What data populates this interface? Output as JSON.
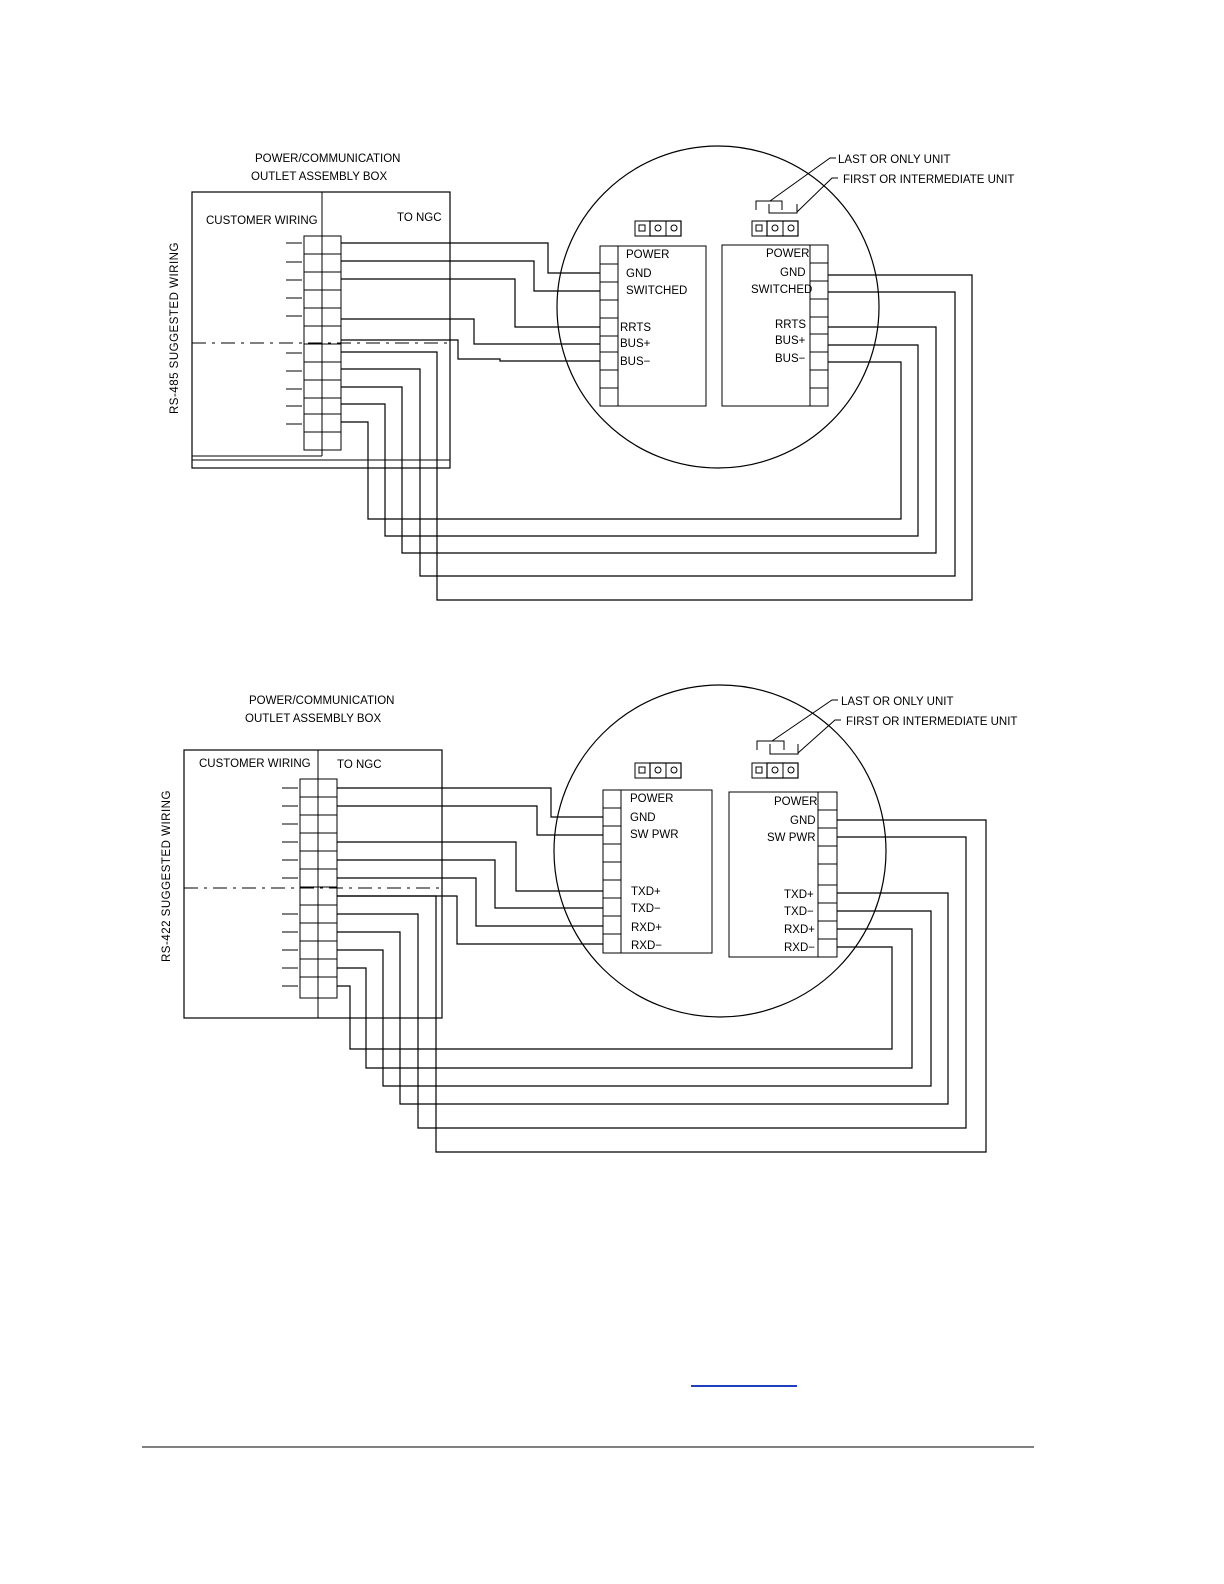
{
  "diagram_rs485": {
    "title_line1": "POWER/COMMUNICATION",
    "title_line2": "OUTLET ASSEMBLY BOX",
    "customer_wiring": "CUSTOMER WIRING",
    "to_ngc": "TO NGC",
    "side_label": "RS-485 SUGGESTED WIRING",
    "last_unit": "LAST OR ONLY UNIT",
    "first_unit": "FIRST OR INTERMEDIATE UNIT",
    "left_module": {
      "power": "POWER",
      "gnd": "GND",
      "switched": "SWITCHED",
      "rrts": "RRTS",
      "bus_plus": "BUS+",
      "bus_minus": "BUS−"
    },
    "right_module": {
      "power": "POWER",
      "gnd": "GND",
      "switched": "SWITCHED",
      "rrts": "RRTS",
      "bus_plus": "BUS+",
      "bus_minus": "BUS−"
    }
  },
  "diagram_rs422": {
    "title_line1": "POWER/COMMUNICATION",
    "title_line2": "OUTLET ASSEMBLY BOX",
    "customer_wiring": "CUSTOMER WIRING",
    "to_ngc": "TO NGC",
    "side_label": "RS-422 SUGGESTED WIRING",
    "last_unit": "LAST OR ONLY UNIT",
    "first_unit": "FIRST OR INTERMEDIATE UNIT",
    "left_module": {
      "power": "POWER",
      "gnd": "GND",
      "sw_pwr": "SW PWR",
      "txd_plus": "TXD+",
      "txd_minus": "TXD−",
      "rxd_plus": "RXD+",
      "rxd_minus": "RXD−"
    },
    "right_module": {
      "power": "POWER",
      "gnd": "GND",
      "sw_pwr": "SW PWR",
      "txd_plus": "TXD+",
      "txd_minus": "TXD−",
      "rxd_plus": "RXD+",
      "rxd_minus": "RXD−"
    }
  },
  "colors": {
    "line": "#000000",
    "link": "#1f3fbf"
  }
}
